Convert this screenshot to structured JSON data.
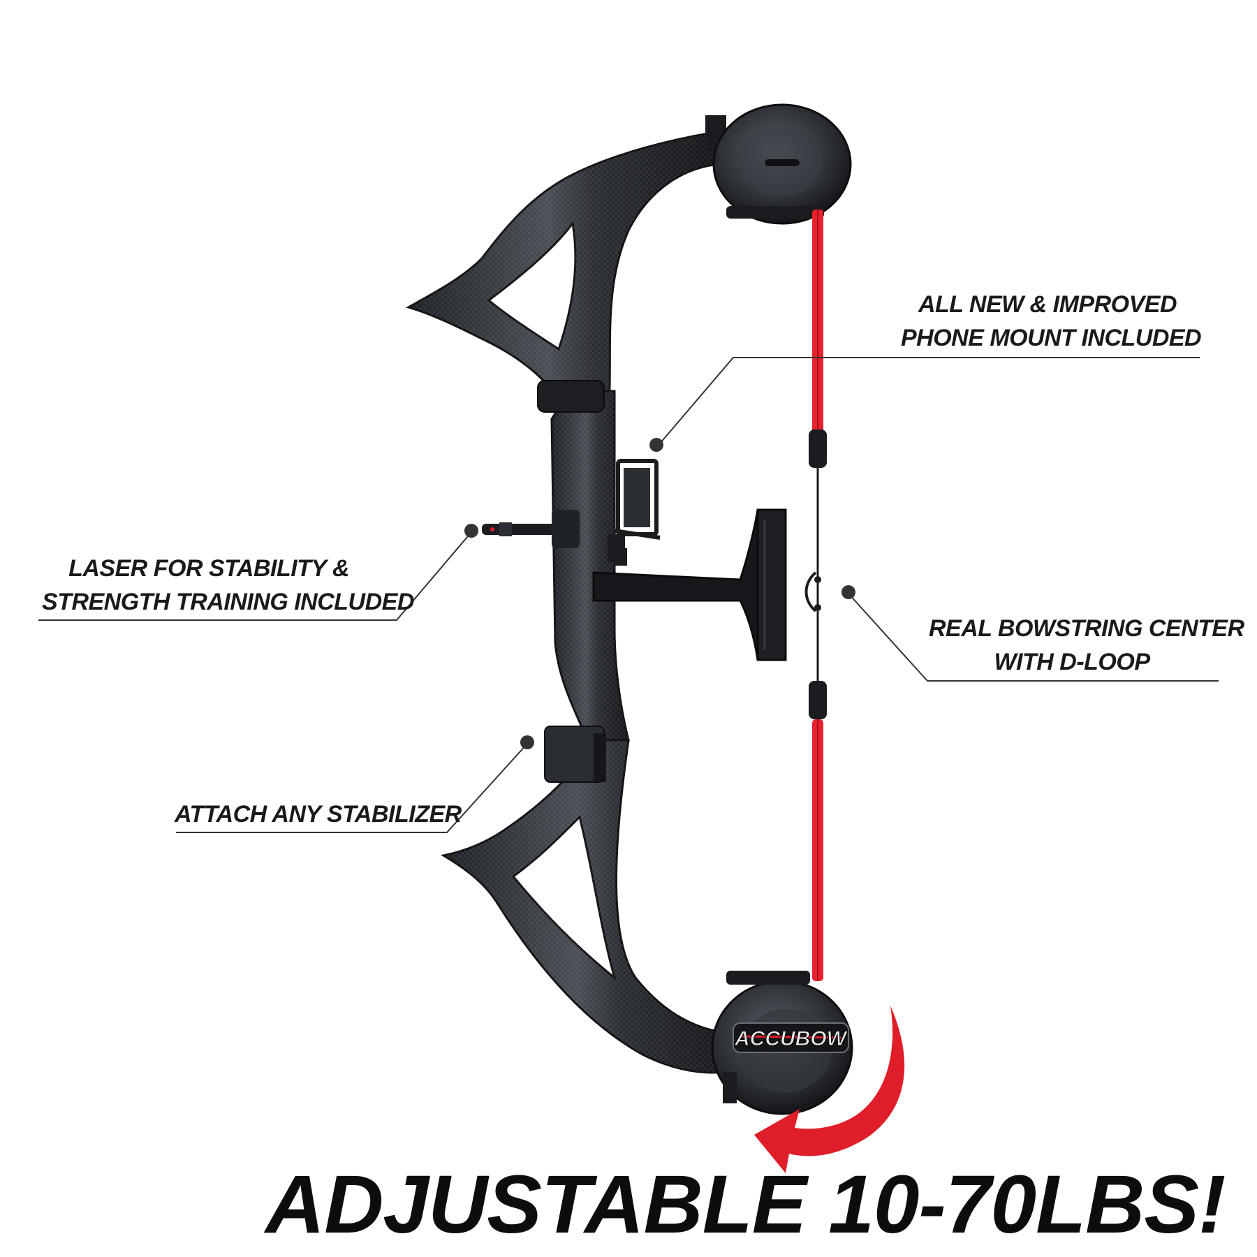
{
  "callouts": {
    "phone_mount": {
      "line1": "ALL NEW & IMPROVED",
      "line2": "PHONE MOUNT INCLUDED"
    },
    "laser": {
      "line1": "LASER FOR STABILITY &",
      "line2": "STRENGTH TRAINING INCLUDED"
    },
    "bowstring": {
      "line1": "REAL BOWSTRING CENTER",
      "line2": "WITH D-LOOP"
    },
    "stabilizer": {
      "line1": "ATTACH ANY STABILIZER"
    }
  },
  "logo_text": "ACCUBOW",
  "headline": "ADJUSTABLE 10-70LBS!",
  "colors": {
    "bow_body": "#2b2e33",
    "bow_highlight": "#6a6f76",
    "string_red": "#e8232d",
    "arrow_red": "#e01e2a",
    "text": "#1a1a1a",
    "leader": "#333333"
  }
}
